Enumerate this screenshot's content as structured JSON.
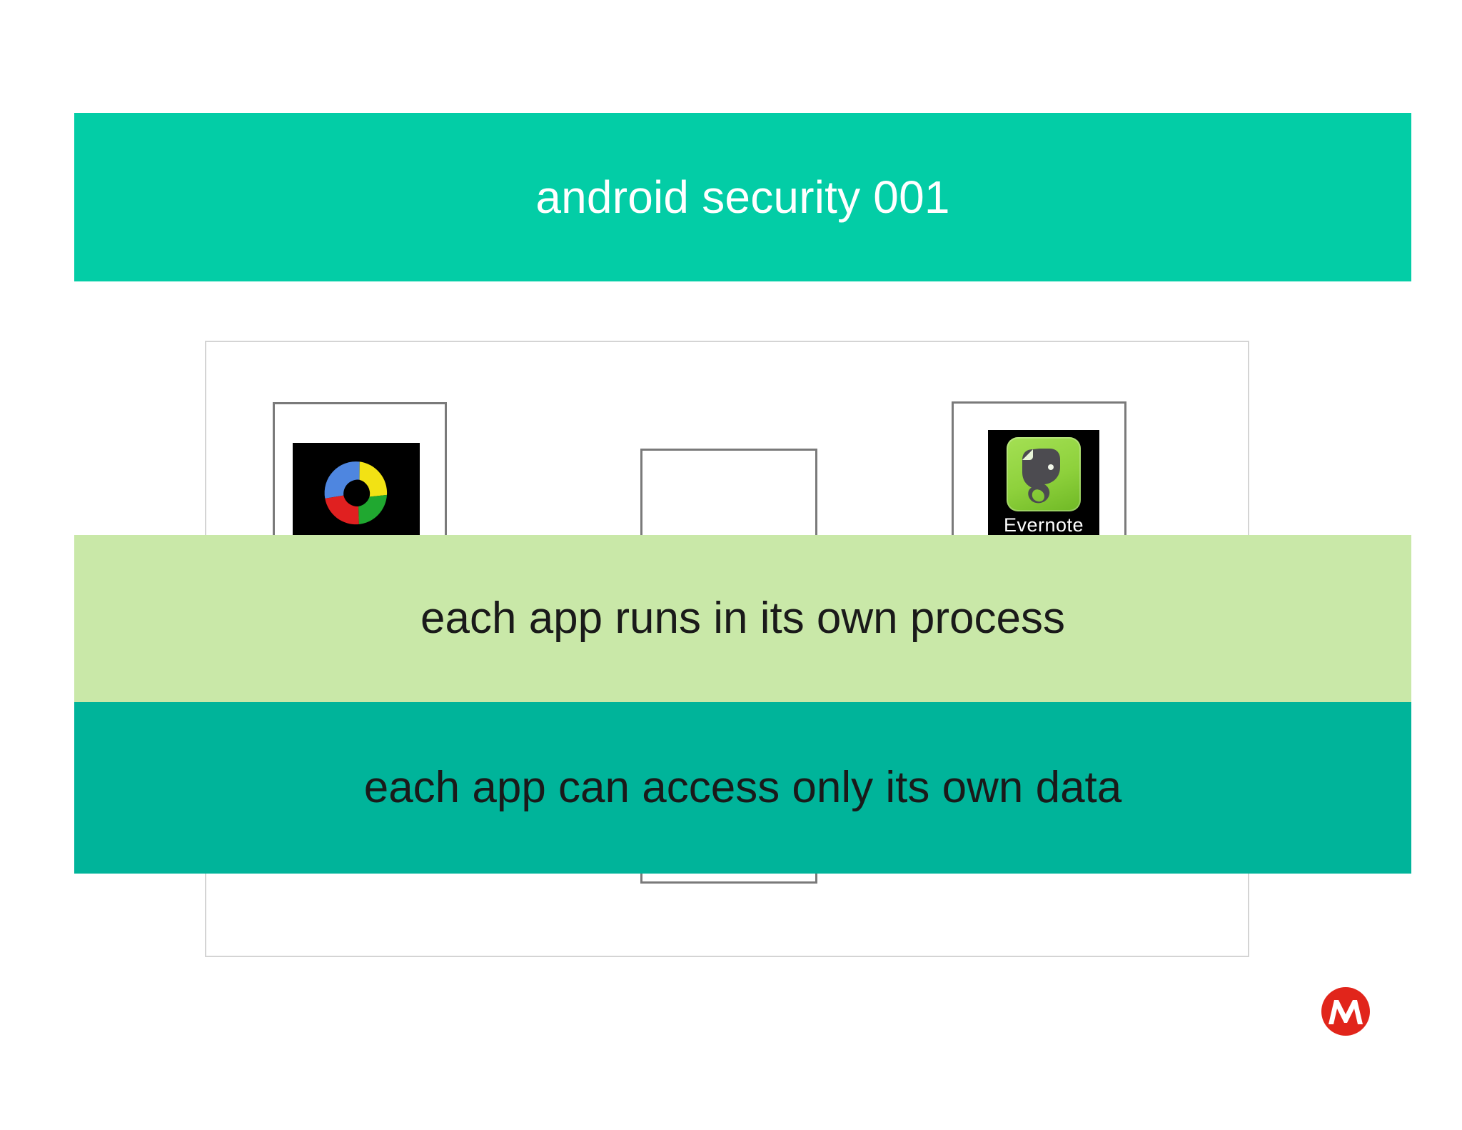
{
  "slide": {
    "title": "android security 001",
    "title_band_color": "#03CDA6",
    "title_text_color": "#FFFFFF",
    "background_color": "#FFFFFF"
  },
  "diagram": {
    "frame_label": "system-container",
    "apps": [
      {
        "name": "chrome",
        "icon": "chrome-icon",
        "label": "",
        "tile_background": "#000000"
      },
      {
        "name": "empty-app-slot",
        "icon": "",
        "label": "",
        "tile_background": ""
      },
      {
        "name": "evernote",
        "icon": "evernote-elephant-icon",
        "label": "Evernote",
        "tile_background": "#000000"
      }
    ]
  },
  "bands": [
    {
      "id": "process-isolation",
      "text": "each app runs in its own process",
      "background": "#C9E8A8",
      "text_color": "#1A1A1A"
    },
    {
      "id": "data-isolation",
      "text": "each app can access only its own data",
      "background": "#00B49A",
      "text_color": "#1A1A1A"
    }
  ],
  "branding": {
    "logo": "motorola-logo",
    "logo_color": "#E1251B"
  }
}
